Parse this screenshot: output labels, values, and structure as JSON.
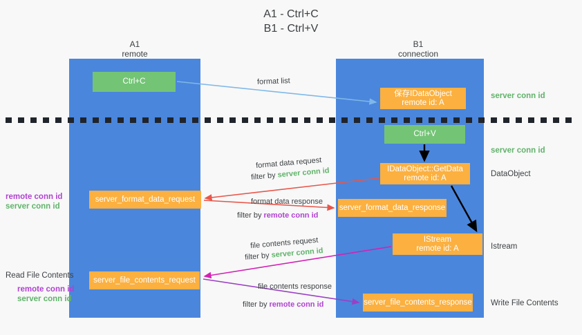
{
  "title": "A1 - Ctrl+C\nB1 - Ctrl+V",
  "columns": {
    "a1": "A1\nremote",
    "b1": "B1\nconnection"
  },
  "nodes": {
    "ctrl_c": "Ctrl+C",
    "save_idataobject": "保存IDataObject\nremote id: A",
    "ctrl_v": "Ctrl+V",
    "getdata": "IDataObject::GetData\nremote id: A",
    "server_format_data_request": "server_format_data_request",
    "server_format_data_response": "server_format_data_response",
    "istream": "IStream\nremote id: A",
    "server_file_contents_request": "server_file_contents_request",
    "server_file_contents_response": "server_file_contents_response"
  },
  "side_notes": {
    "server_conn_id_top": "server conn id",
    "server_conn_id_mid": "server conn id",
    "dataobject": "DataObject",
    "istream": "Istream",
    "write_file_contents": "Write File Contents"
  },
  "left_notes": {
    "conn_ids_format": "remote conn id\nserver conn id",
    "read_file_contents": "Read File Contents",
    "conn_ids_file": "remote conn id\nserver conn id"
  },
  "edge_labels": {
    "format_list": "format list",
    "format_data_request": "format data request",
    "format_data_request_filter_prefix": "filter by ",
    "format_data_request_filter_value": "server conn id",
    "format_data_response": "format data response",
    "format_data_response_filter_prefix": "filter by ",
    "format_data_response_filter_value": "remote conn id",
    "file_contents_request": "file contents request",
    "file_contents_request_filter_prefix": "filter by ",
    "file_contents_request_filter_value": "server conn id",
    "file_contents_response": "file contents response",
    "file_contents_response_filter_prefix": "filter by ",
    "file_contents_response_filter_value": "remote conn id"
  },
  "colors": {
    "lane": "#4a86dc",
    "green_node": "#74c476",
    "orange_node": "#fbb040",
    "server_conn_id": "#61b36b",
    "remote_conn_id": "#b042d1",
    "arrow_blue": "#7fb8e8",
    "arrow_red": "#e8564a",
    "arrow_magenta": "#d321b5",
    "arrow_purple": "#9b3fc4",
    "arrow_black": "#000000",
    "divider": "#20242b",
    "background": "#f8f8f8"
  }
}
